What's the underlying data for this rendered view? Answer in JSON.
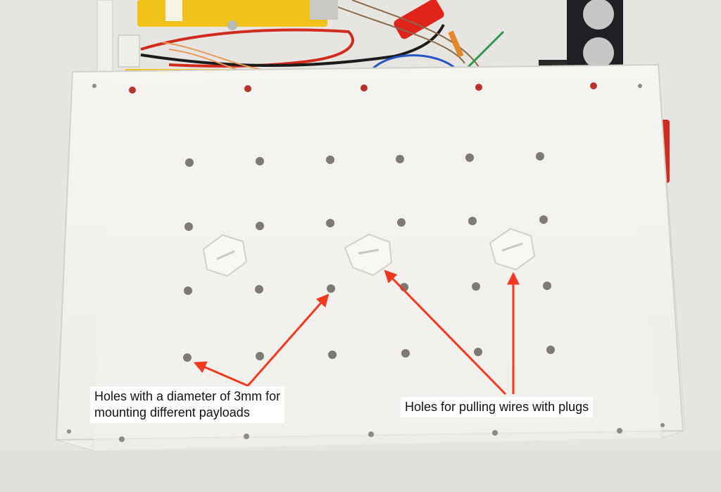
{
  "image": {
    "description_free": true,
    "colors": {
      "background": "#e9e7e3",
      "plate": "#f4f3ef",
      "plate_shadow": "#d9d7d2",
      "hole": "#7d7a75",
      "arrow": "#f2391f",
      "wire_red": "#d12a1f",
      "wire_black": "#1b1b1b",
      "board_yellow": "#f0c21a",
      "connector_red": "#e0231b"
    }
  },
  "annotations": {
    "mount_holes": {
      "line1": "Holes with a diameter of 3mm for",
      "line2": "mounting different payloads"
    },
    "wire_holes": {
      "text": "Holes for pulling wires with plugs"
    }
  }
}
